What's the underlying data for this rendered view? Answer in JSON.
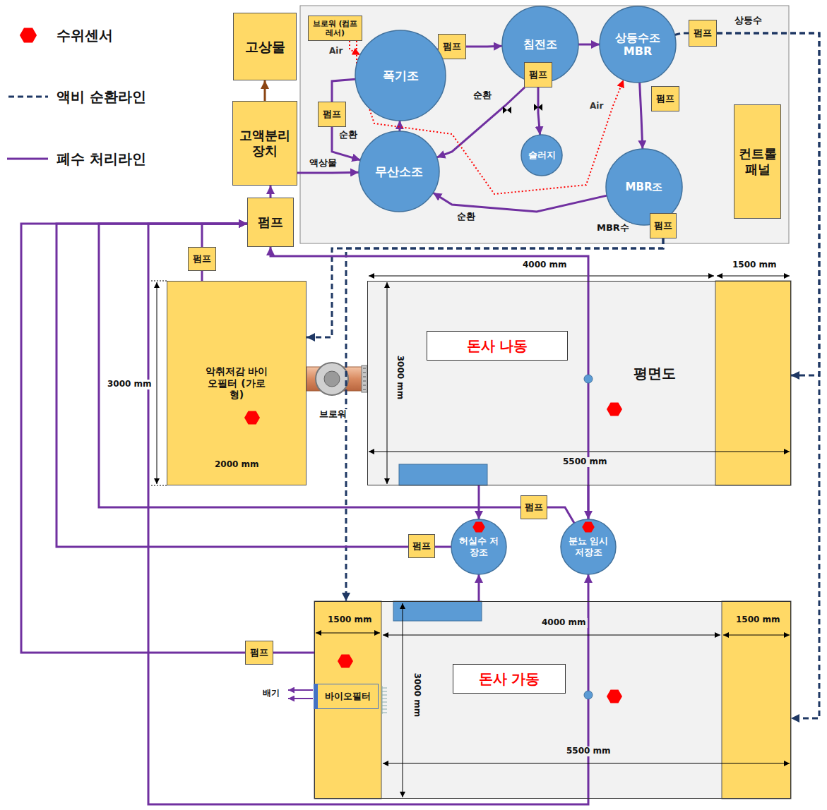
{
  "diagram": {
    "nodes": [
      {
        "text": [
          "고상물"
        ]
      },
      {
        "text": [
          "고액분리 장치"
        ]
      },
      {
        "text": [
          "펌프"
        ]
      },
      {
        "text": [
          "브로워 (컴프레서)"
        ]
      },
      {
        "text": [
          "펌프"
        ]
      },
      {
        "text": [
          "폭기조"
        ]
      },
      {
        "text": [
          "침전조"
        ]
      },
      {
        "text": [
          "상등수조",
          "MBR"
        ]
      },
      {
        "text": [
          "펌프"
        ]
      },
      {
        "text": [
          "펌프"
        ]
      },
      {
        "text": [
          "펌프"
        ]
      },
      {
        "text": [
          "펌프"
        ]
      },
      {
        "text": [
          "무산소조"
        ]
      },
      {
        "text": [
          "슬러지"
        ]
      },
      {
        "text": [
          "컨트롤 패널"
        ]
      },
      {
        "text": [
          "MBR조"
        ]
      },
      {
        "text": [
          "펌프"
        ]
      },
      {
        "text": [
          "펌프"
        ]
      },
      {
        "text": [
          "악취저감 바이오필터 (가로형)"
        ]
      },
      {
        "text": [
          "돈사 나동"
        ]
      },
      {
        "text": [
          "허실수 저장조"
        ]
      },
      {
        "text": [
          "분뇨 임시 저장조"
        ]
      },
      {
        "text": [
          "펌프"
        ]
      },
      {
        "text": [
          "펌프"
        ]
      },
      {
        "text": [
          "돈사 가동"
        ]
      },
      {
        "text": [
          "펌프"
        ]
      },
      {
        "text": [
          "바이오필터"
        ],
        "in": 24
      }
    ],
    "edges": [
      {
        "from": 1,
        "to": 0,
        "arrow": "to"
      },
      {
        "from": 2,
        "to": 1,
        "arrow": "to"
      },
      {
        "from": 1,
        "to": 12,
        "arrow": "to",
        "label": "액상물"
      },
      {
        "from": 12,
        "to": 5,
        "arrow": "to"
      },
      {
        "from": 5,
        "to": 4,
        "arrow": "none"
      },
      {
        "from": 4,
        "to": 6,
        "arrow": "to"
      },
      {
        "from": 6,
        "to": 7,
        "arrow": "to"
      },
      {
        "from": 9,
        "to": 13,
        "arrow": "to"
      },
      {
        "from": 9,
        "to": 12,
        "arrow": "to",
        "label": "순환"
      },
      {
        "from": 5,
        "to": 11,
        "arrow": "none"
      },
      {
        "from": 11,
        "to": 12,
        "arrow": "to",
        "label": "순환"
      },
      {
        "from": 7,
        "to": 15,
        "arrow": "to"
      },
      {
        "from": 15,
        "to": 12,
        "arrow": "to",
        "label": "순환"
      },
      {
        "from": 3,
        "to": 5,
        "arrow": "to",
        "label": "Air"
      },
      {
        "from": 3,
        "to": 7,
        "arrow": "to",
        "label": "Air"
      },
      {
        "from": 7,
        "to": 8,
        "arrow": "none"
      },
      {
        "from": 8,
        "to": 19,
        "arrow": "to",
        "label": "상등수"
      },
      {
        "from": 8,
        "to": 24,
        "arrow": "to"
      },
      {
        "from": 16,
        "to": 18,
        "arrow": "to",
        "label": "MBR수"
      },
      {
        "from": 16,
        "to": 24,
        "arrow": "to"
      },
      {
        "from": 18,
        "to": 17,
        "arrow": "none"
      },
      {
        "from": 17,
        "to": 2,
        "arrow": "to"
      },
      {
        "from": 19,
        "to": 21,
        "arrow": "to"
      },
      {
        "from": 21,
        "to": 2,
        "arrow": "to"
      },
      {
        "from": 24,
        "to": 21,
        "arrow": "to"
      },
      {
        "from": 24,
        "to": 2,
        "arrow": "to"
      },
      {
        "from": 19,
        "to": 20,
        "arrow": "to"
      },
      {
        "from": 24,
        "to": 20,
        "arrow": "to"
      },
      {
        "from": 20,
        "to": 23,
        "arrow": "none"
      },
      {
        "from": 23,
        "to": 2,
        "arrow": "to"
      },
      {
        "from": 21,
        "to": 22,
        "arrow": "none"
      },
      {
        "from": 22,
        "to": 2,
        "arrow": "to"
      },
      {
        "from": 24,
        "to": 25,
        "arrow": "none"
      },
      {
        "from": 25,
        "to": 2,
        "arrow": "to"
      }
    ],
    "labels": [
      "평면도",
      "브로워",
      "배기",
      "4000 mm",
      "1500 mm",
      "3000 mm",
      "5500 mm",
      "3000 mm",
      "2000 mm",
      "1500 mm",
      "4000 mm",
      "1500 mm",
      "3000 mm",
      "5500 mm"
    ],
    "legend": [
      {
        "text": "수위센서"
      },
      {
        "text": "액비 순환라인"
      },
      {
        "text": "폐수 처리라인"
      }
    ]
  }
}
